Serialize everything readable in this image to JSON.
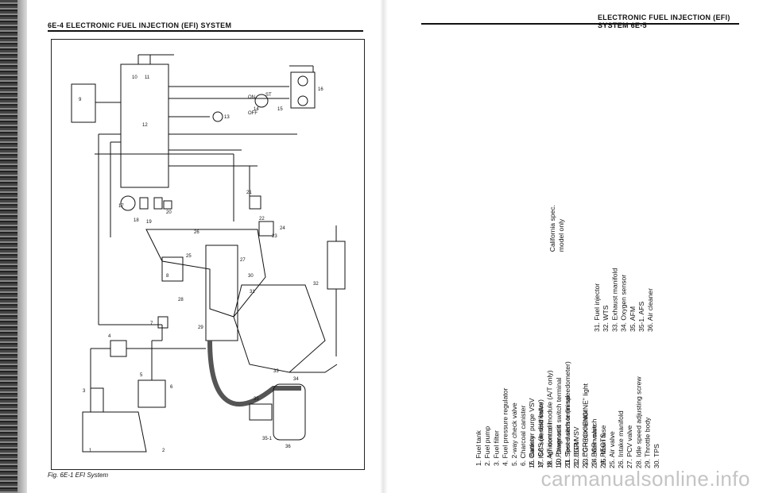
{
  "header_left": "6E-4  ELECTRONIC FUEL INJECTION (EFI) SYSTEM",
  "header_right": "ELECTRONIC FUEL INJECTION (EFI) SYSTEM  6E-5",
  "caption": "Fig. 6E-1  EFI System",
  "watermark": "carmanualsonline.info",
  "legend_col1": [
    "1. Fuel tank",
    "2. Fuel pump",
    "3. Fuel filter",
    "4. Fuel pressure regulator",
    "5. 2-way check valve",
    "6. Charcoal canister",
    "7. Canister purge VSV",
    "8. ISC solenoid valve",
    "9. A/T control module (A/T only)",
    "10. Diagnosis switch terminal",
    "11. Test switch terminal",
    "12. ECM",
    "13. \"CHECK ENGINE\" light",
    "14. Main switch",
    "15. Main fuse"
  ],
  "legend_col2": [
    "16. Battery",
    "17. CAS (in distributor)",
    "18. Ignition coil",
    "19. Power unit",
    "20. Speed sensor (in speedometer)",
    "21. EGR VSV",
    "22. EGR modulator",
    "23. EGR valve",
    "24. REGTS",
    "25. Air valve",
    "26. Intake manifold",
    "27. PCV valve",
    "28. Idle speed adjusting screw",
    "29. Throttle body",
    "30. TPS"
  ],
  "california_note": [
    "California spec.",
    "model only"
  ],
  "legend_col3": [
    "31. Fuel injector",
    "32. WTS",
    "33. Exhaust manifold",
    "34. Oxygen sensor",
    "35. AFM",
    "35-1. AFS",
    "36. Air cleaner"
  ],
  "diagram_labels": [
    "1",
    "2",
    "3",
    "4",
    "5",
    "6",
    "7",
    "8",
    "9",
    "10",
    "11",
    "12",
    "13",
    "14",
    "15",
    "16",
    "17",
    "18",
    "19",
    "20",
    "21",
    "22",
    "23",
    "24",
    "25",
    "26",
    "27",
    "28",
    "29",
    "30",
    "31",
    "32",
    "33",
    "34",
    "35",
    "35-1",
    "36",
    "ST",
    "ON",
    "OFF"
  ]
}
